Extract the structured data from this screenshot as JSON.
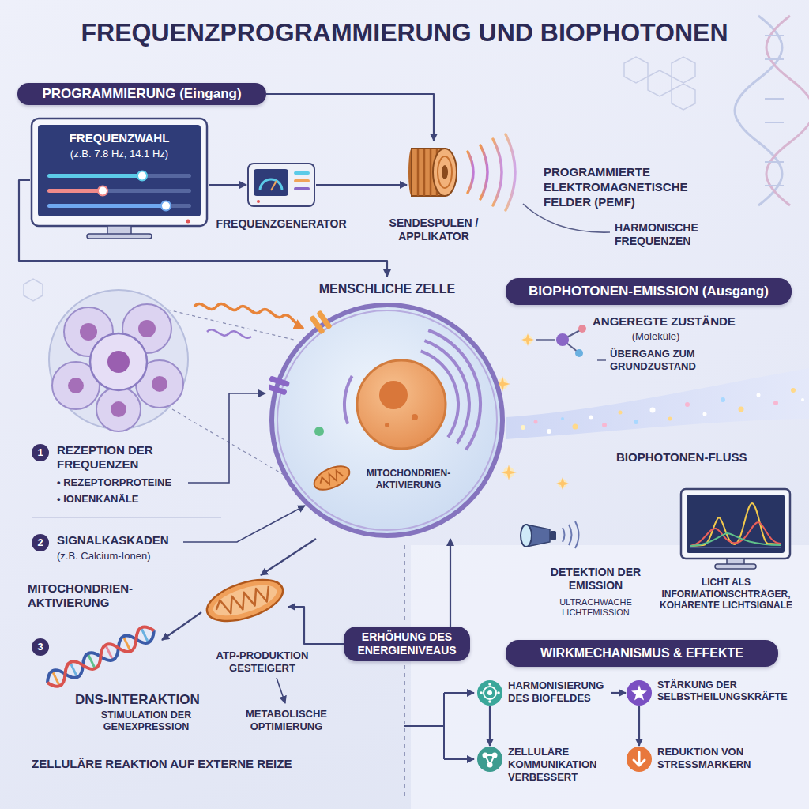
{
  "diagram": {
    "title": "FREQUENZPROGRAMMIERUNG UND BIOPHOTONEN",
    "nodes": [
      {
        "text": [
          "PROGRAMMIERUNG (Eingang)"
        ]
      },
      {
        "text": [
          "FREQUENZWAHL",
          "(z.B. 7.8 Hz, 14.1 Hz)"
        ]
      },
      {
        "text": [
          "FREQUENZGENERATOR"
        ]
      },
      {
        "text": [
          "SENDESPULEN / APPLIKATOR"
        ]
      },
      {
        "text": [
          "MENSCHLICHE ZELLE",
          "MITOCHONDRIEN-AKTIVIERUNG"
        ]
      },
      {
        "text": [
          "BIOPHOTONEN-EMISSION (Ausgang)"
        ]
      },
      {
        "text": [
          "MITOCHONDRIEN-AKTIVIERUNG"
        ]
      },
      {
        "text": [
          "DNS-INTERAKTION",
          "STIMULATION DER GENEXPRESSION"
        ]
      },
      {
        "text": [
          "ERHÖHUNG DES ENERGIENIVEAUS"
        ]
      },
      {
        "text": [
          "DETEKTION DER EMISSION",
          "ULTRACHWACHE LICHTEMISSION"
        ]
      },
      {
        "text": [
          "LICHT ALS INFORMATIONSCHTRÄGER, KOHÄRENTE LICHTSIGNALE"
        ]
      },
      {
        "text": [
          "WIRKMECHANISMUS & EFFEKTE"
        ]
      },
      {
        "text": [
          "HARMONISIERUNG DES BIOFELDES"
        ]
      },
      {
        "text": [
          "STÄRKUNG DER SELBSTHEILUNGSKRÄFTE"
        ]
      },
      {
        "text": [
          "ZELLULÄRE KOMMUNIKATION VERBESSERT"
        ]
      },
      {
        "text": [
          "REDUKTION VON STRESSMARKERN"
        ]
      }
    ],
    "edges": [
      {
        "from": 0,
        "to": 3,
        "arrow": "to"
      },
      {
        "from": 1,
        "to": 2,
        "arrow": "to"
      },
      {
        "from": 2,
        "to": 3,
        "arrow": "to"
      },
      {
        "from": 1,
        "to": 4,
        "arrow": "to"
      },
      {
        "from": 4,
        "to": 6,
        "arrow": "to"
      },
      {
        "from": 6,
        "to": 7,
        "arrow": "to"
      },
      {
        "from": 8,
        "to": 6,
        "arrow": "to"
      },
      {
        "from": 8,
        "to": 4,
        "arrow": "to"
      },
      {
        "from": 12,
        "to": 13,
        "arrow": "to"
      },
      {
        "from": 12,
        "to": 14,
        "arrow": "to"
      },
      {
        "from": 13,
        "to": 15,
        "arrow": "to"
      }
    ],
    "labels": [
      "PROGRAMMIERTE ELEKTROMAGNETISCHE FELDER (PEMF)",
      "HARMONISCHE FREQUENZEN",
      "1",
      "REZEPTION DER FREQUENZEN",
      "• REZEPTORPROTEINE",
      "• IONENKANÄLE",
      "2",
      "SIGNALKASKADEN",
      "(z.B. Calcium-Ionen)",
      "3",
      "ATP-PRODUKTION GESTEIGERT",
      "METABOLISCHE OPTIMIERUNG",
      "ZELLULÄRE REAKTION AUF EXTERNE REIZE",
      "ANGEREGTE ZUSTÄNDE",
      "(Moleküle)",
      "ÜBERGANG ZUM GRUNDZUSTAND",
      "BIOPHOTONEN-FLUSS"
    ]
  }
}
